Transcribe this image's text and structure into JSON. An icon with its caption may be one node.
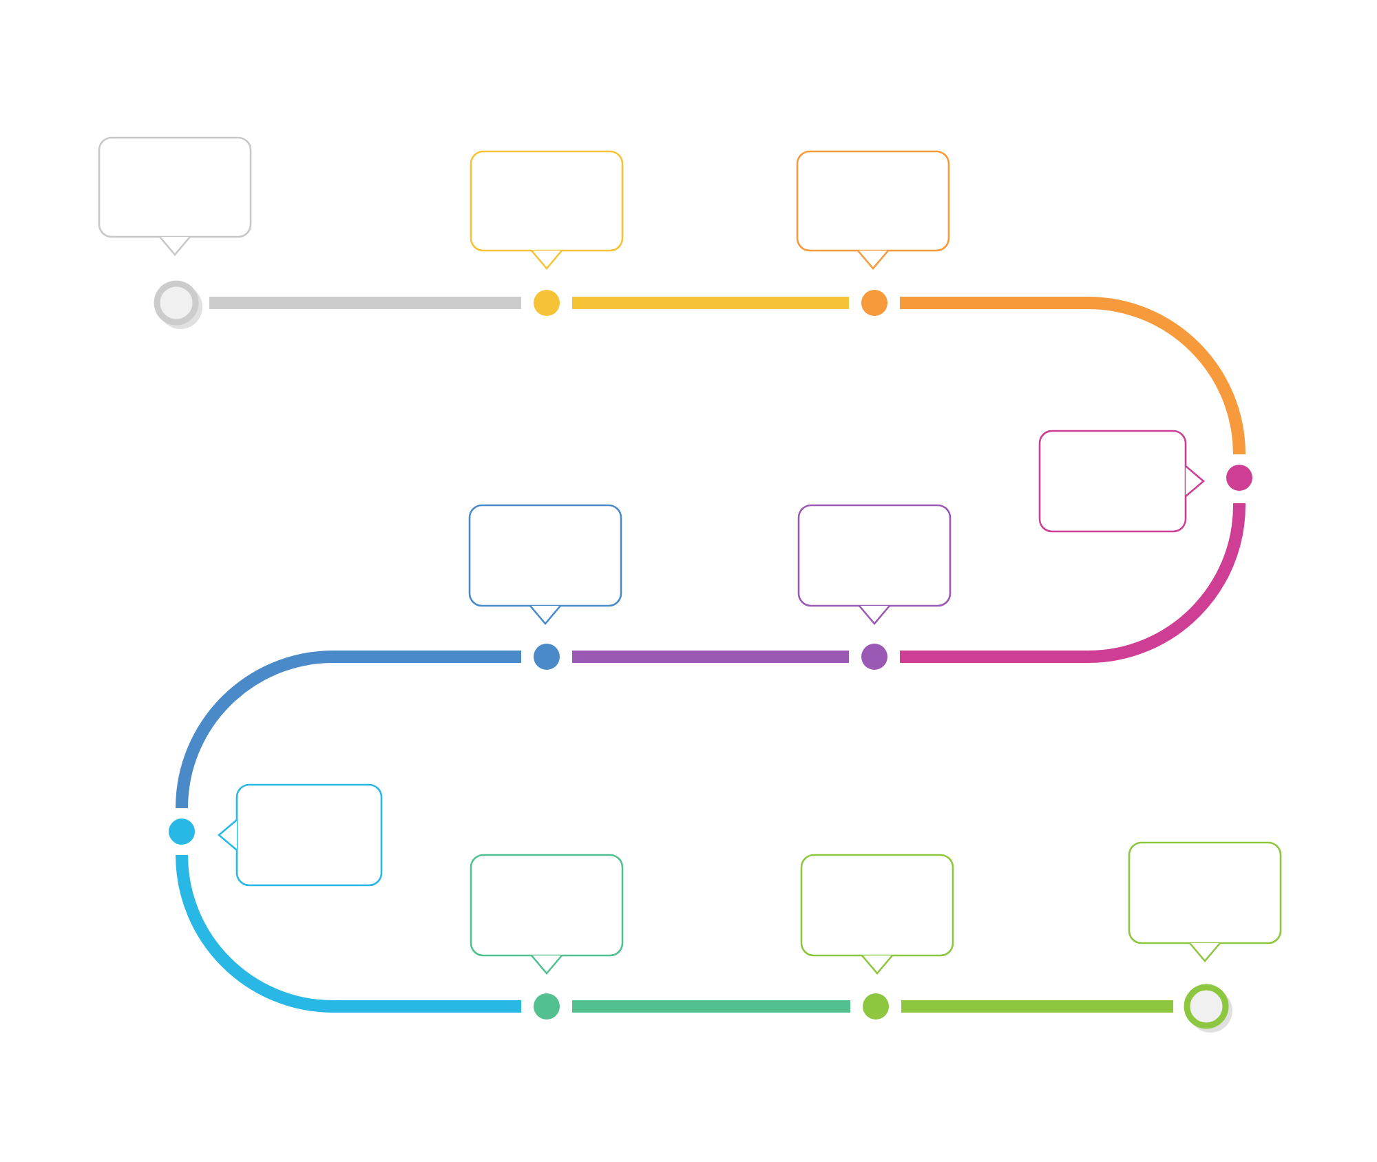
{
  "diagram": {
    "nodes": [
      {
        "text": [],
        "shape": "circle"
      },
      {
        "text": [],
        "shape": "circle"
      },
      {
        "text": [],
        "shape": "circle"
      },
      {
        "text": [],
        "shape": "circle"
      },
      {
        "text": [],
        "shape": "circle"
      },
      {
        "text": [],
        "shape": "circle"
      },
      {
        "text": [],
        "shape": "circle"
      },
      {
        "text": [],
        "shape": "circle"
      },
      {
        "text": [],
        "shape": "circle"
      },
      {
        "text": [],
        "shape": "circle"
      },
      {
        "text": [],
        "shape": "bubble"
      },
      {
        "text": [],
        "shape": "bubble"
      },
      {
        "text": [],
        "shape": "bubble"
      },
      {
        "text": [],
        "shape": "bubble"
      },
      {
        "text": [],
        "shape": "bubble"
      },
      {
        "text": [],
        "shape": "bubble"
      },
      {
        "text": [],
        "shape": "bubble"
      },
      {
        "text": [],
        "shape": "bubble"
      },
      {
        "text": [],
        "shape": "bubble"
      },
      {
        "text": [],
        "shape": "bubble"
      }
    ],
    "edges": [
      {
        "from": 0,
        "to": 1,
        "arrow": "none",
        "color": "#cccccc"
      },
      {
        "from": 1,
        "to": 2,
        "arrow": "none",
        "color": "#f6c236"
      },
      {
        "from": 2,
        "to": 3,
        "arrow": "none",
        "color": "#f79a3c"
      },
      {
        "from": 3,
        "to": 4,
        "arrow": "none",
        "color": "#cf3e95"
      },
      {
        "from": 4,
        "to": 5,
        "arrow": "none",
        "color": "#9b59b6"
      },
      {
        "from": 5,
        "to": 6,
        "arrow": "none",
        "color": "#4a8ac9"
      },
      {
        "from": 6,
        "to": 7,
        "arrow": "none",
        "color": "#29b8e5"
      },
      {
        "from": 7,
        "to": 8,
        "arrow": "none",
        "color": "#52c08f"
      },
      {
        "from": 8,
        "to": 9,
        "arrow": "none",
        "color": "#8dc63f"
      }
    ]
  }
}
